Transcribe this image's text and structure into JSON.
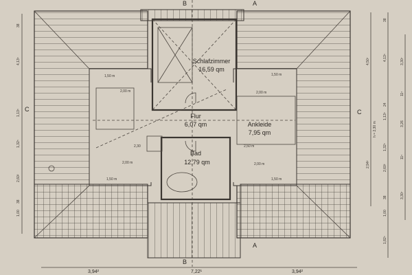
{
  "rooms": {
    "schlafzimmer": {
      "name": "Schlafzimmer",
      "area": "16,59 qm"
    },
    "flur": {
      "name": "Flur",
      "area": "6,07 qm"
    },
    "ankleide": {
      "name": "Ankleide",
      "area": "7,95 qm"
    },
    "bad": {
      "name": "Bad",
      "area": "12,79 qm"
    }
  },
  "section_marks": {
    "a": "A",
    "b": "B",
    "c": "C"
  },
  "inner_dims": {
    "d150": "1,50 m",
    "d200": "2,00 m",
    "d230": "2,30",
    "d250": "2,50 m"
  },
  "left_dims": [
    "38",
    "4,13⁵",
    "1,13⁵",
    "1,32⁵",
    "2,60²",
    "38",
    "1,00"
  ],
  "right_dims": {
    "outer": [
      "4,50⁷",
      "2,94²"
    ],
    "middle": [
      "38",
      "4,13⁵",
      "24",
      "1,13⁵",
      "1,32⁵",
      "2,60²",
      "38",
      "1,00",
      "1,82⁵"
    ],
    "inner": [
      "3,30⁷",
      "11⁵",
      "3,26",
      "11⁵",
      "3,30⁷"
    ],
    "height_note": "h = 2,30 m"
  },
  "bottom_dims": [
    "3,94²",
    "7,22¹",
    "3,94²"
  ]
}
